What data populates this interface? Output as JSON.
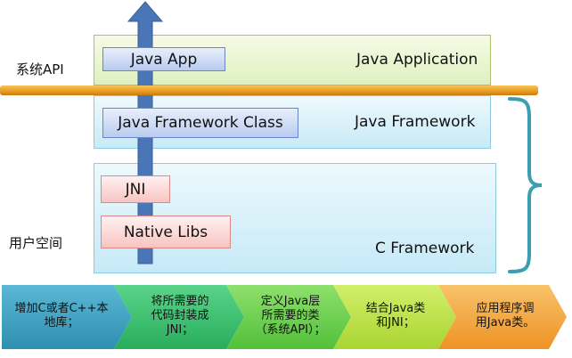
{
  "side_labels": {
    "system_api": "系统API",
    "user_space": "用户空间"
  },
  "layers": {
    "app": {
      "label": "Java Application",
      "box": "Java App"
    },
    "framework": {
      "label": "Java Framework",
      "box": "Java Framework Class"
    },
    "c": {
      "label": "C Framework",
      "jni": "JNI",
      "native": "Native Libs"
    }
  },
  "steps": [
    {
      "lines": [
        "增加C或者C++本",
        "地库；"
      ],
      "color": "#3a9fbf"
    },
    {
      "lines": [
        "将所需要的",
        "代码封装成",
        "JNI；"
      ],
      "color": "#35c06e"
    },
    {
      "lines": [
        "定义Java层",
        "所需要的类",
        "（系统API）；"
      ],
      "color": "#6ad250"
    },
    {
      "lines": [
        "结合Java类",
        "和JNI；"
      ],
      "color": "#b8e040"
    },
    {
      "lines": [
        "应用程序调",
        "用Java类。"
      ],
      "color": "#f2a23c"
    }
  ],
  "colors": {
    "arrow": "#4a76b7",
    "bracket": "#3b9fb0",
    "orange_bar": "#e89a1e"
  }
}
